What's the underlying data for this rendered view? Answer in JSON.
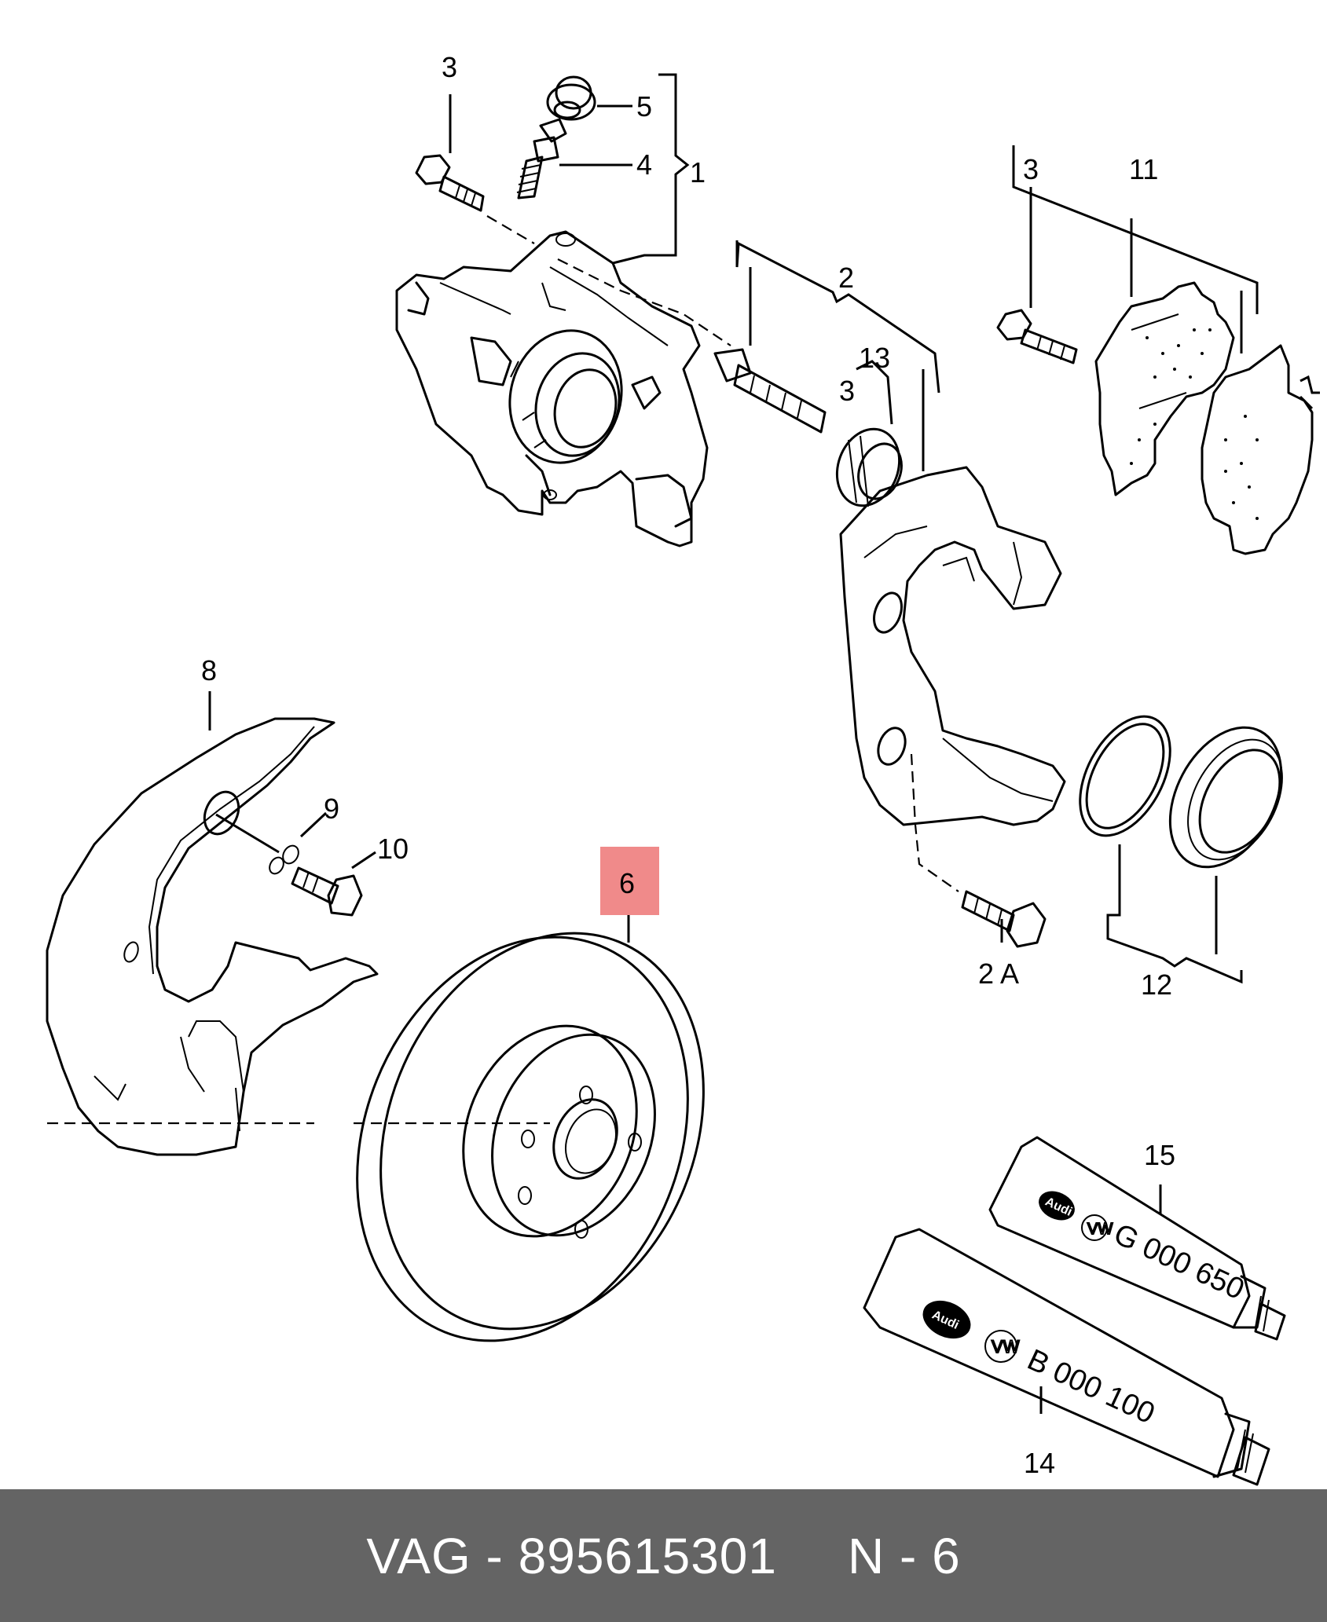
{
  "diagram": {
    "callouts": {
      "c1": "1",
      "c2": "2",
      "c2a": "2 A",
      "c3a": "3",
      "c3b": "3",
      "c3c": "3",
      "c4": "4",
      "c5": "5",
      "c6": "6",
      "c8": "8",
      "c9": "9",
      "c10": "10",
      "c11": "11",
      "c12": "12",
      "c13": "13",
      "c14": "14",
      "c15": "15"
    },
    "tubes": {
      "upper_code": "G 000 650",
      "lower_code": "B 000 100",
      "logo_audi": "Audi"
    },
    "highlight_color": "#f08a8a"
  },
  "footer": {
    "brand": "VAG",
    "part_number": "895615301",
    "position": "N - 6",
    "background": "#646464"
  }
}
